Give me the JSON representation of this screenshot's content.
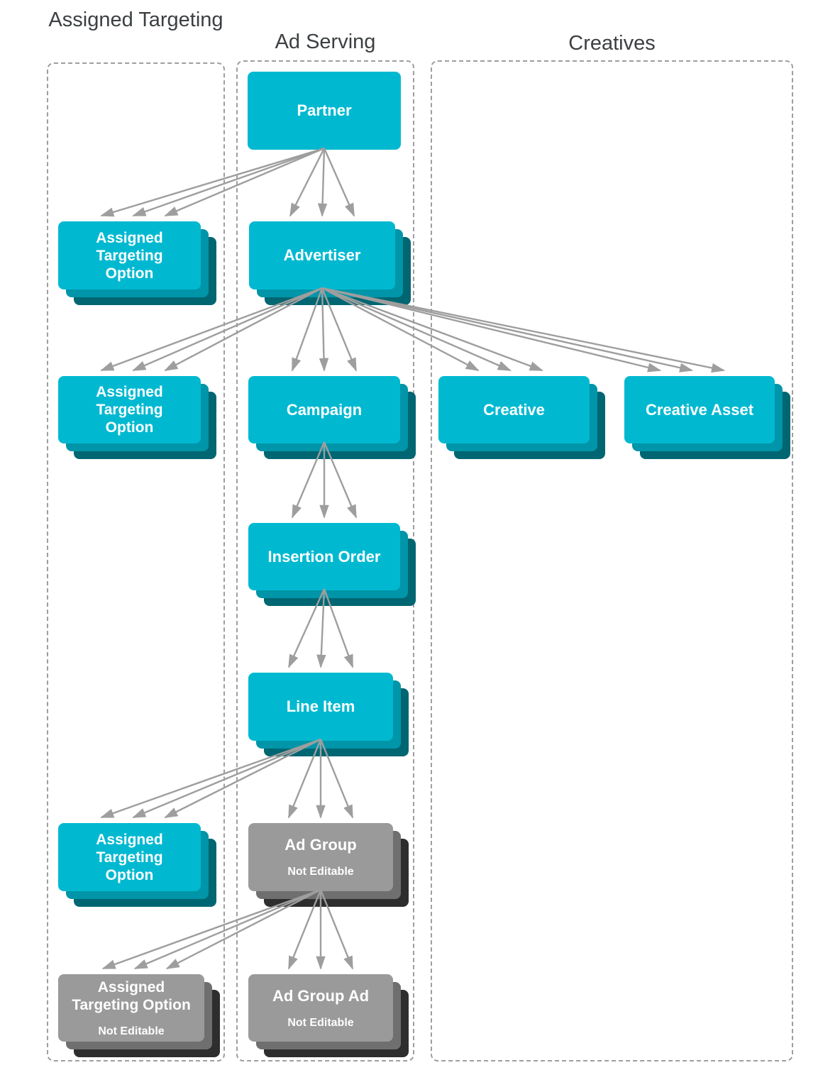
{
  "columns": [
    {
      "id": "assigned-targeting",
      "title": "Assigned Targeting"
    },
    {
      "id": "ad-serving",
      "title": "Ad Serving"
    },
    {
      "id": "creatives",
      "title": "Creatives"
    }
  ],
  "nodes": {
    "partner": {
      "label": "Partner",
      "column": "ad-serving",
      "editable": true
    },
    "ato1": {
      "label": "Assigned Targeting Option",
      "column": "assigned-targeting",
      "editable": true
    },
    "advertiser": {
      "label": "Advertiser",
      "column": "ad-serving",
      "editable": true
    },
    "ato2": {
      "label": "Assigned Targeting Option",
      "column": "assigned-targeting",
      "editable": true
    },
    "campaign": {
      "label": "Campaign",
      "column": "ad-serving",
      "editable": true
    },
    "creative": {
      "label": "Creative",
      "column": "creatives",
      "editable": true
    },
    "creative-asset": {
      "label": "Creative Asset",
      "column": "creatives",
      "editable": true
    },
    "insertion-order": {
      "label": "Insertion Order",
      "column": "ad-serving",
      "editable": true
    },
    "line-item": {
      "label": "Line Item",
      "column": "ad-serving",
      "editable": true
    },
    "ato3": {
      "label": "Assigned Targeting Option",
      "column": "assigned-targeting",
      "editable": true
    },
    "ad-group": {
      "label": "Ad Group",
      "sublabel": "Not Editable",
      "column": "ad-serving",
      "editable": false
    },
    "ato4": {
      "label": "Assigned Targeting Option",
      "sublabel": "Not Editable",
      "column": "assigned-targeting",
      "editable": false
    },
    "ad-group-ad": {
      "label": "Ad Group Ad",
      "sublabel": "Not Editable",
      "column": "ad-serving",
      "editable": false
    }
  },
  "edges": [
    {
      "from": "partner",
      "to": "ato1"
    },
    {
      "from": "partner",
      "to": "advertiser"
    },
    {
      "from": "advertiser",
      "to": "ato2"
    },
    {
      "from": "advertiser",
      "to": "campaign"
    },
    {
      "from": "advertiser",
      "to": "creative"
    },
    {
      "from": "advertiser",
      "to": "creative-asset"
    },
    {
      "from": "campaign",
      "to": "insertion-order"
    },
    {
      "from": "insertion-order",
      "to": "line-item"
    },
    {
      "from": "line-item",
      "to": "ato3"
    },
    {
      "from": "line-item",
      "to": "ad-group"
    },
    {
      "from": "ad-group",
      "to": "ato4"
    },
    {
      "from": "ad-group",
      "to": "ad-group-ad"
    }
  ],
  "colors": {
    "node_editable": "#00b9d1",
    "node_editable_layer2": "#0095a8",
    "node_editable_layer3": "#006672",
    "node_locked": "#9a9a9a",
    "node_locked_layer2": "#6f6f6f",
    "node_locked_layer3": "#2e2e2e",
    "arrow": "#9e9e9e",
    "column_border": "#9e9e9e",
    "heading_text": "#3c4043",
    "node_text": "#ffffff"
  }
}
